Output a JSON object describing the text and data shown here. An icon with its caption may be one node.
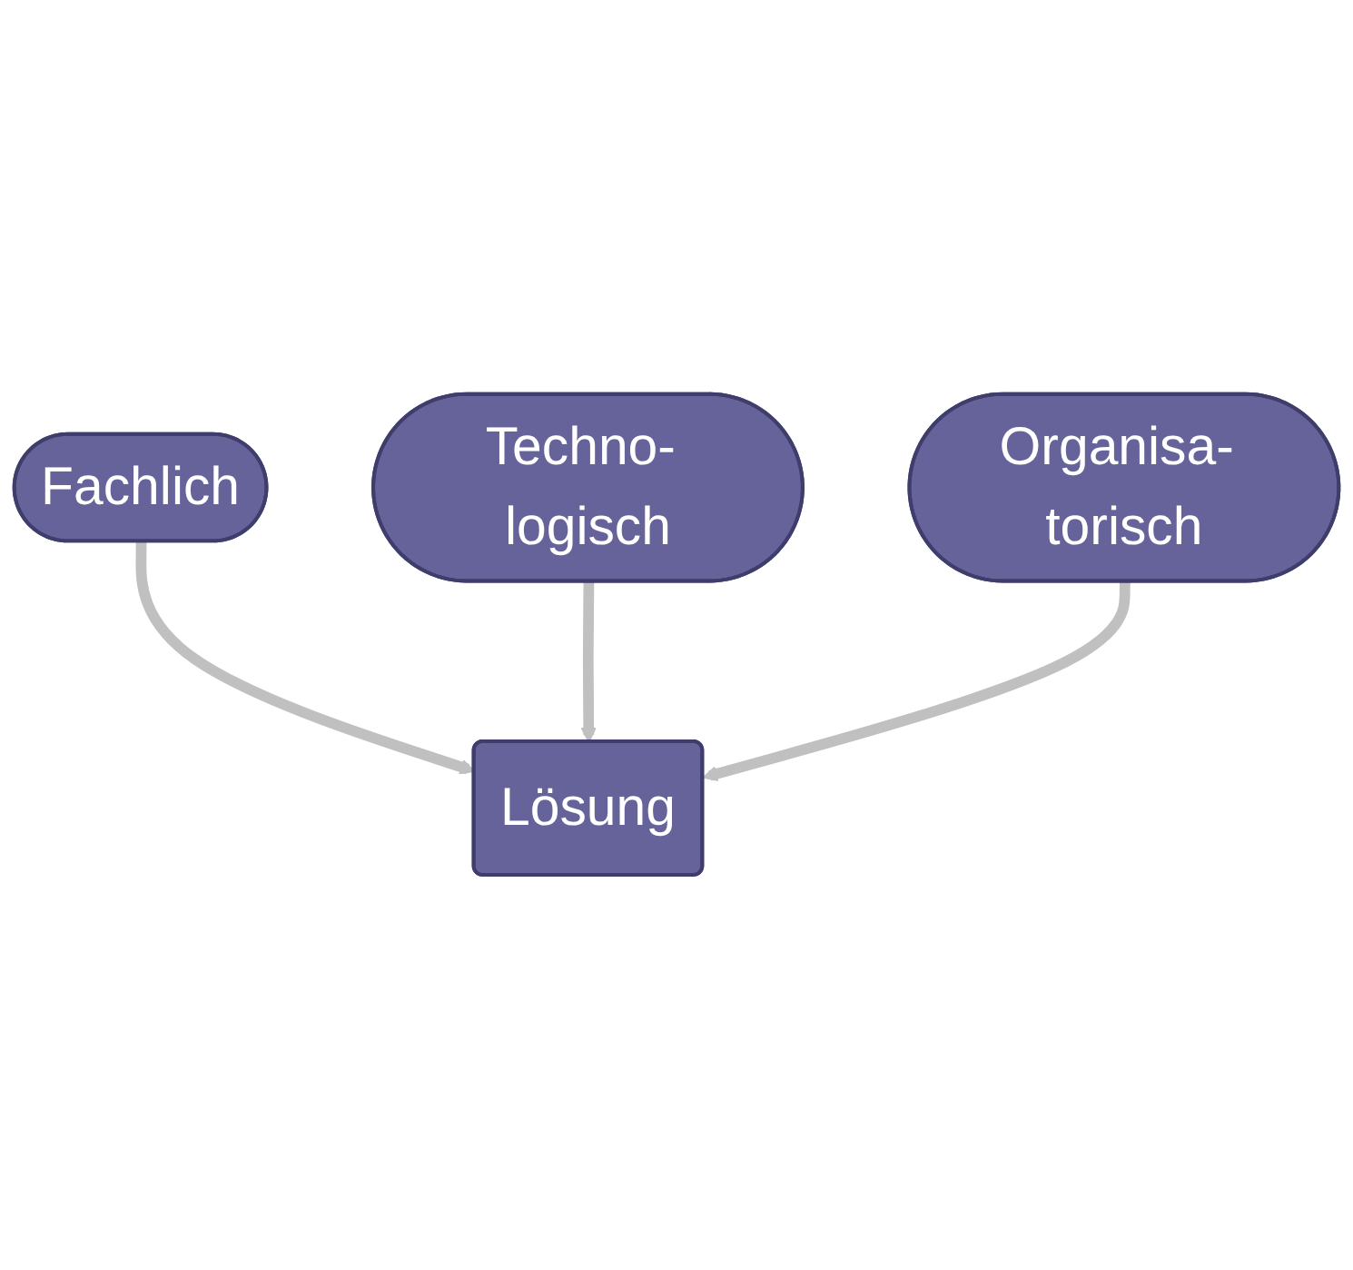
{
  "diagram": {
    "nodes": [
      {
        "text": [
          "Fachlich"
        ]
      },
      {
        "text": [
          "Techno- logisch"
        ]
      },
      {
        "text": [
          "Lösung"
        ]
      },
      {
        "text": [
          "Organisa- torisch"
        ]
      }
    ],
    "edges": [
      {
        "from": 0,
        "to": 2,
        "arrow": "to"
      },
      {
        "from": 1,
        "to": 2,
        "arrow": "to"
      },
      {
        "from": 3,
        "to": 2,
        "arrow": "to"
      }
    ]
  }
}
